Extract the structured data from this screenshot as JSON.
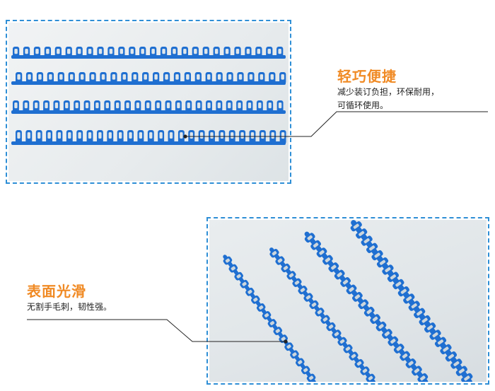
{
  "feature_top": {
    "title": "轻巧便捷",
    "description_line1": "减少装订负担，环保耐用，",
    "description_line2": "可循环使用。"
  },
  "feature_bottom": {
    "title": "表面光滑",
    "description": "无割手毛刺，韧性强。"
  },
  "colors": {
    "accent": "#f08a24",
    "frame_border": "#2f8fd6",
    "comb_blue": "#1f6fd1",
    "text": "#222222"
  }
}
